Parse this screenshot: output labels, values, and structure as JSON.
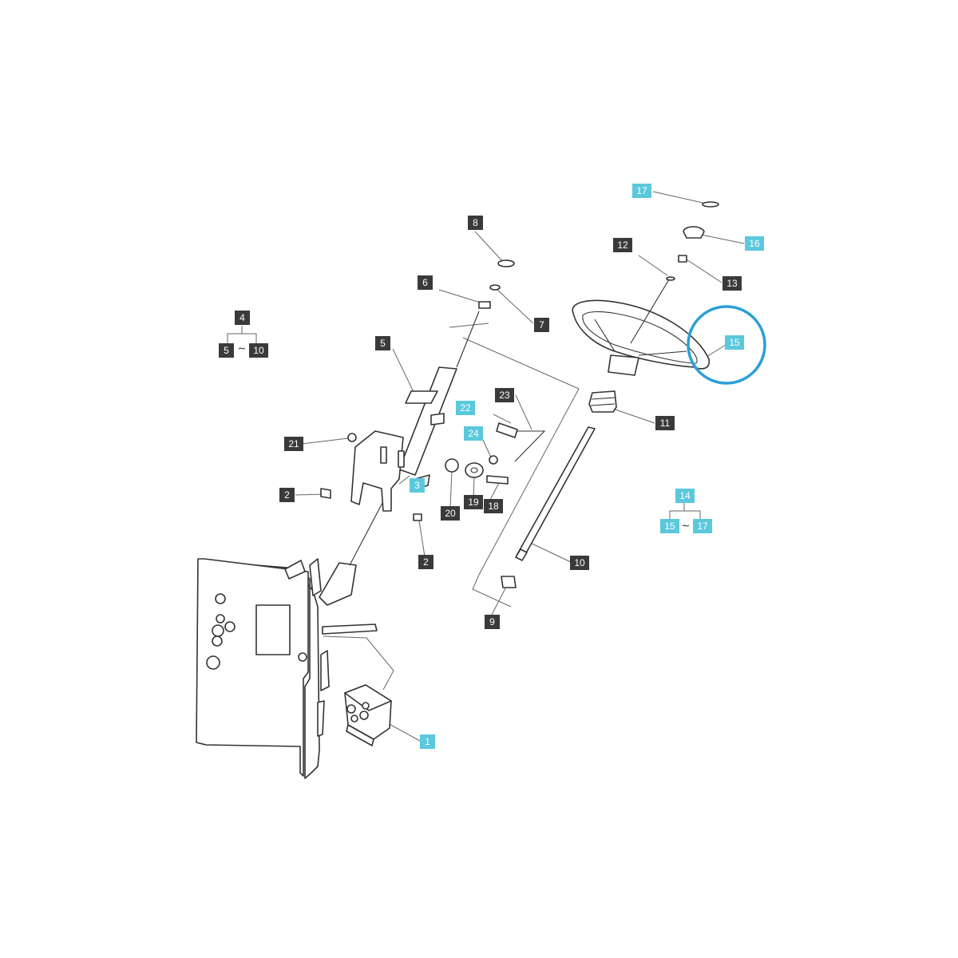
{
  "labels": {
    "p1": "1",
    "p2a": "2",
    "p2b": "2",
    "p3": "3",
    "p4": "4",
    "p5a": "5",
    "p5b": "5",
    "p6": "6",
    "p7": "7",
    "p8": "8",
    "p9": "9",
    "p10a": "10",
    "p10b": "10",
    "p11": "11",
    "p12": "12",
    "p13": "13",
    "p14": "14",
    "p15a": "15",
    "p15b": "15",
    "p16": "16",
    "p17a": "17",
    "p17b": "17",
    "p18": "18",
    "p19": "19",
    "p20": "20",
    "p21": "21",
    "p22": "22",
    "p23": "23",
    "p24": "24"
  },
  "group_separators": {
    "g4": "~",
    "g14": "~"
  },
  "colors": {
    "standard_label": "#3a3a3a",
    "highlighted_label": "#5bc8dc",
    "callout_circle": "#2a9fd6"
  }
}
